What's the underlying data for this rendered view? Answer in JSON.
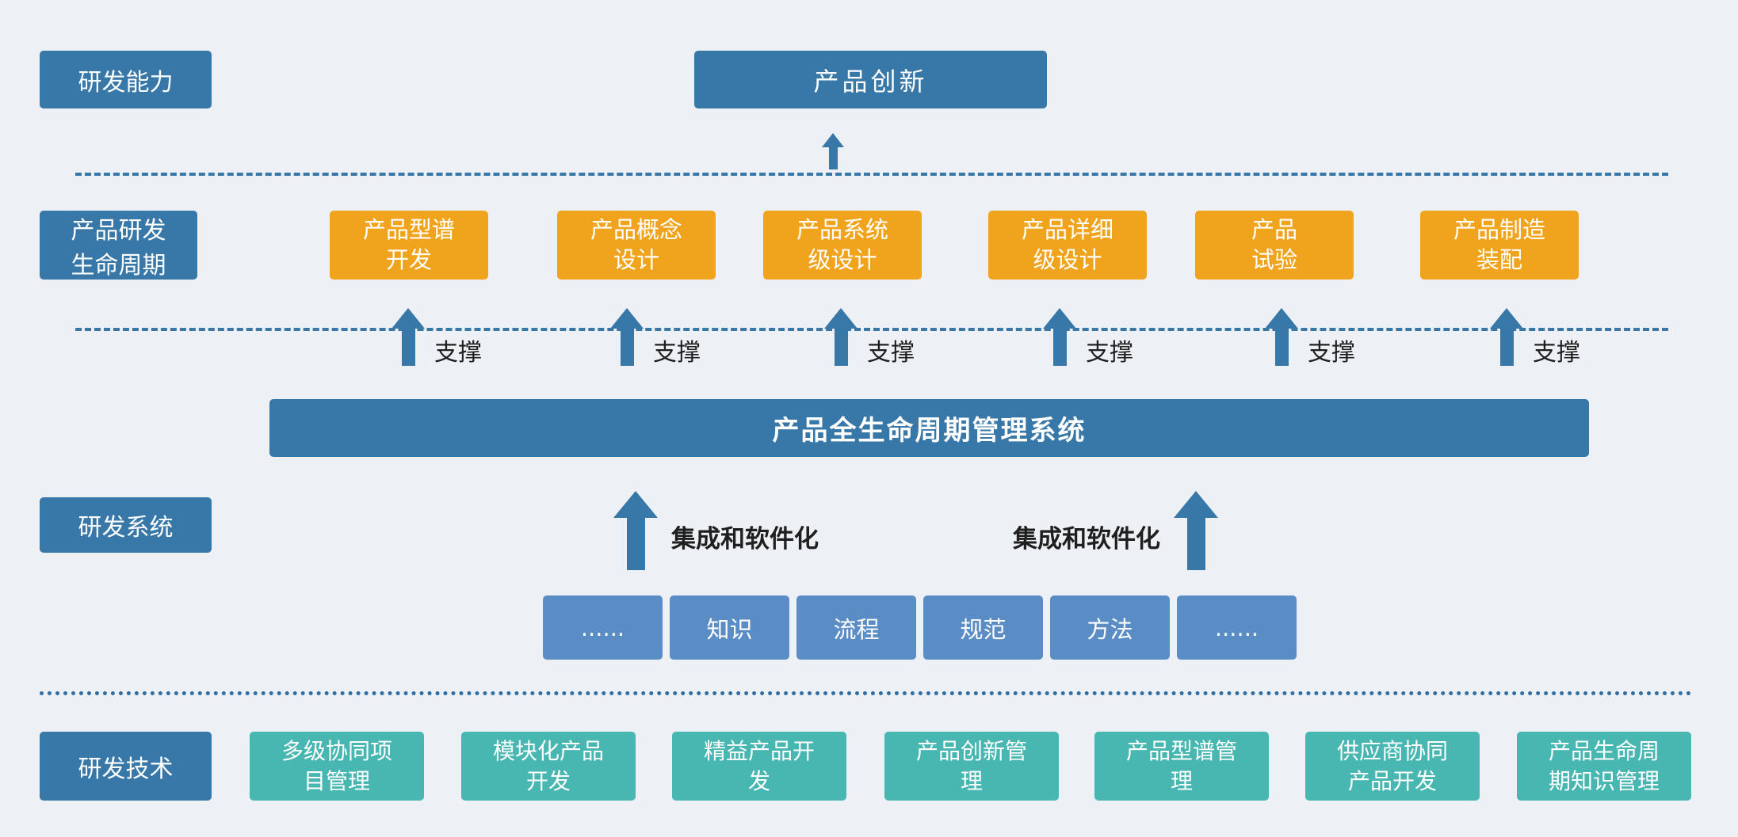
{
  "colors": {
    "background": "#edf0f4",
    "primary_blue": "#3878a8",
    "orange": "#f0a41d",
    "light_blue": "#5a8cc5",
    "teal": "#48b7b2",
    "arrow_blue": "#3878a8",
    "dark_text": "#1f1f1f"
  },
  "left_labels": {
    "capability": "研发能力",
    "lifecycle": "产品研发\n生命周期",
    "system": "研发系统",
    "technology": "研发技术"
  },
  "innovation_box": "产品创新",
  "lifecycle_stages": [
    "产品型谱\n开发",
    "产品概念\n设计",
    "产品系统\n级设计",
    "产品详细\n级设计",
    "产品\n试验",
    "产品制造\n装配"
  ],
  "support_label": "支撑",
  "plm_bar": "产品全生命周期管理系统",
  "integration_label": "集成和软件化",
  "system_elements": [
    "......",
    "知识",
    "流程",
    "规范",
    "方法",
    "......"
  ],
  "technologies": [
    "多级协同项\n目管理",
    "模块化产品\n开发",
    "精益产品开\n发",
    "产品创新管\n理",
    "产品型谱管\n理",
    "供应商协同\n产品开发",
    "产品生命周\n期知识管理"
  ]
}
